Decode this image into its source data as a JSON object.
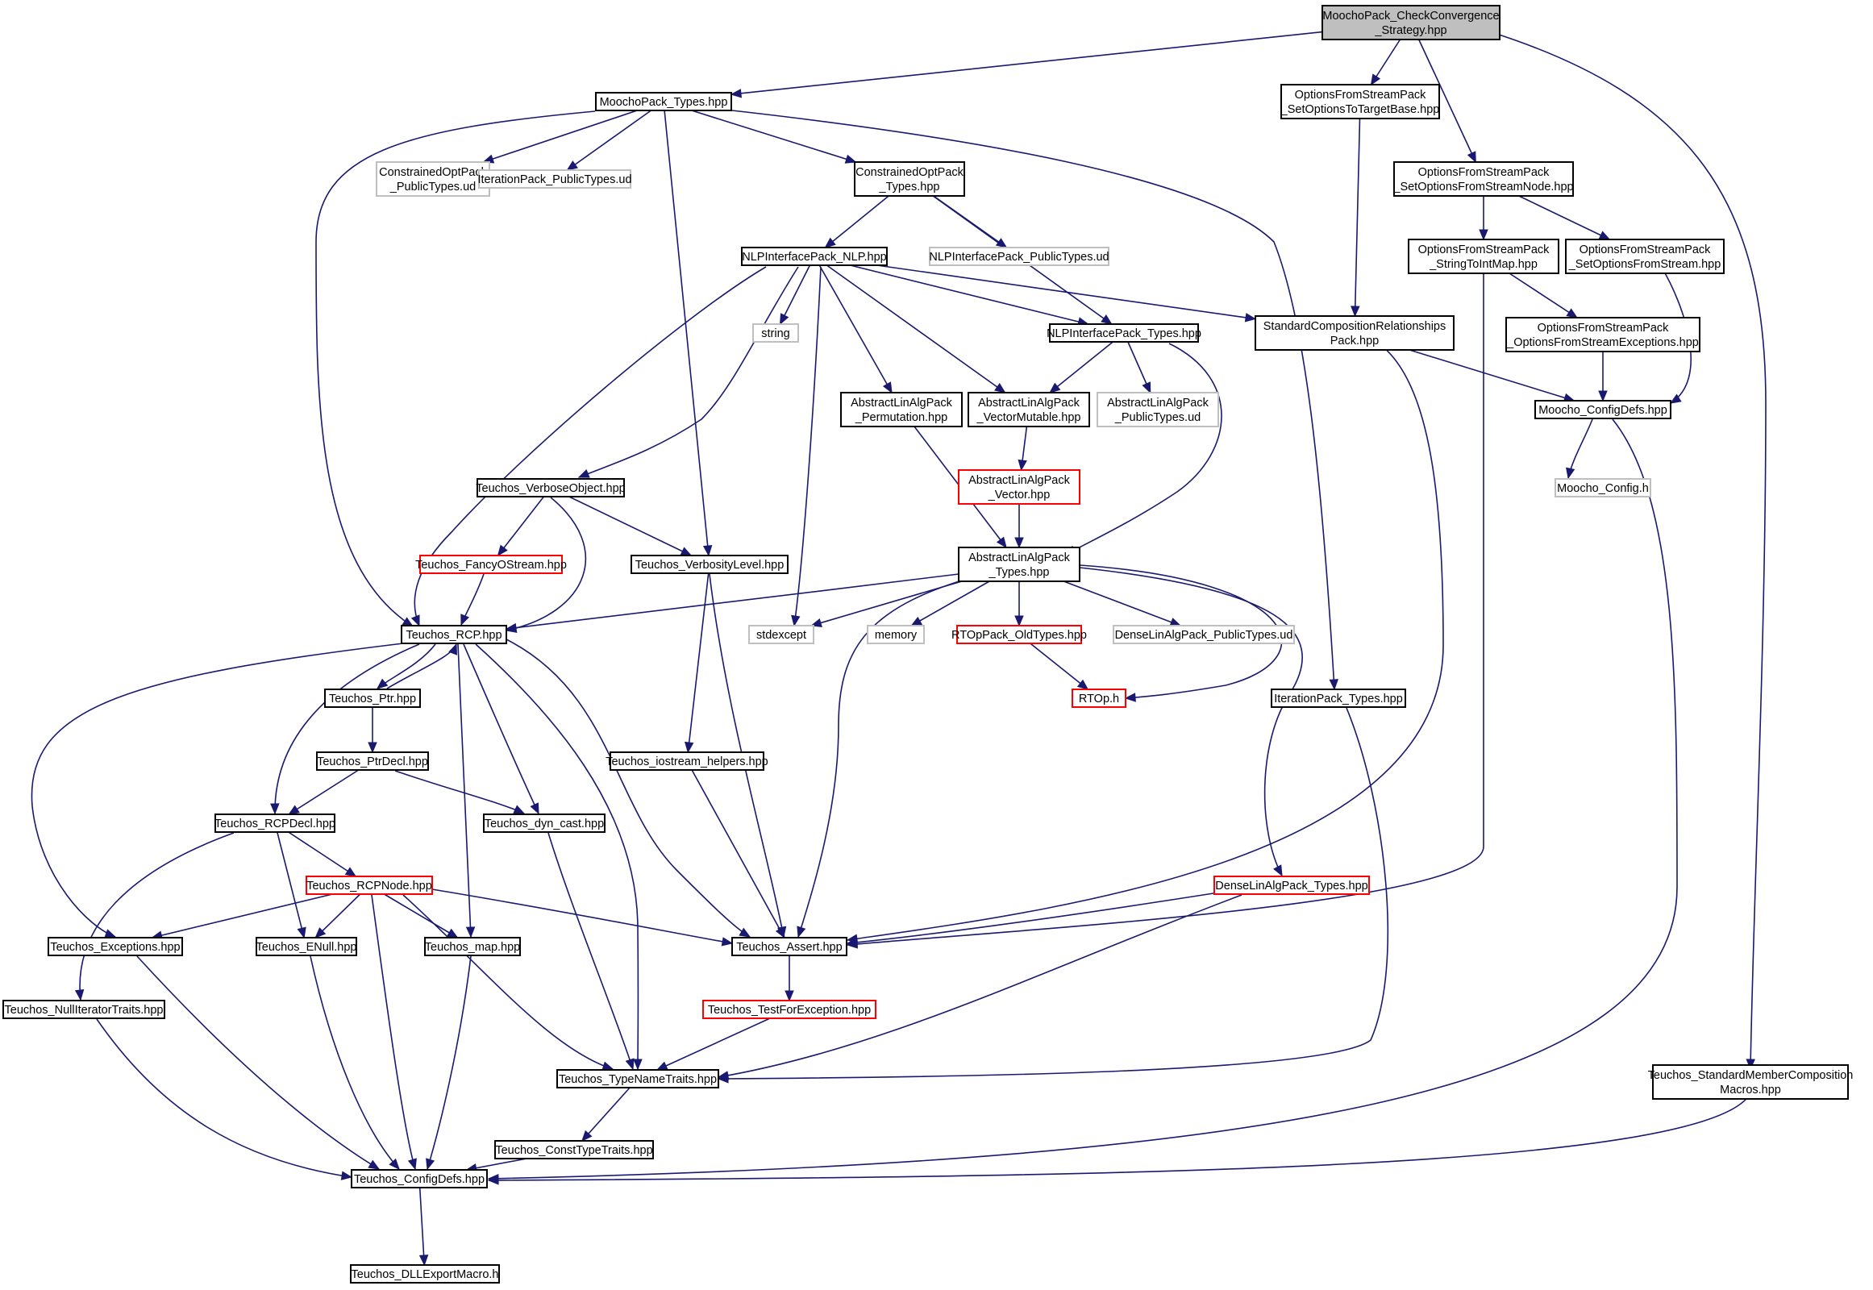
{
  "graph": {
    "colors": {
      "edge": "#191970",
      "node_border_normal": "#000000",
      "node_border_missing": "#bfbfbf",
      "node_border_truncated": "#ff0000",
      "root_fill": "#bfbfbf",
      "node_fill": "#ffffff",
      "background": "#ffffff"
    },
    "nodes": [
      {
        "id": "root",
        "lines": [
          "MoochoPack_CheckConvergence",
          "_Strategy.hpp"
        ],
        "style": "root"
      },
      {
        "id": "moochopack_types",
        "lines": [
          "MoochoPack_Types.hpp"
        ],
        "style": "normal"
      },
      {
        "id": "ofs_settarget",
        "lines": [
          "OptionsFromStreamPack",
          "_SetOptionsToTargetBase.hpp"
        ],
        "style": "normal"
      },
      {
        "id": "ofs_setnode",
        "lines": [
          "OptionsFromStreamPack",
          "_SetOptionsFromStreamNode.hpp"
        ],
        "style": "normal"
      },
      {
        "id": "ofs_strint",
        "lines": [
          "OptionsFromStreamPack",
          "_StringToIntMap.hpp"
        ],
        "style": "normal"
      },
      {
        "id": "ofs_setstream",
        "lines": [
          "OptionsFromStreamPack",
          "_SetOptionsFromStream.hpp"
        ],
        "style": "normal"
      },
      {
        "id": "ofs_exceptions",
        "lines": [
          "OptionsFromStreamPack",
          "_OptionsFromStreamExceptions.hpp"
        ],
        "style": "normal"
      },
      {
        "id": "constrained_pub",
        "lines": [
          "ConstrainedOptPack",
          "_PublicTypes.ud"
        ],
        "style": "missing"
      },
      {
        "id": "iteration_pub",
        "lines": [
          "IterationPack_PublicTypes.ud"
        ],
        "style": "missing"
      },
      {
        "id": "constrained_types",
        "lines": [
          "ConstrainedOptPack",
          "_Types.hpp"
        ],
        "style": "normal"
      },
      {
        "id": "nlp_nlp",
        "lines": [
          "NLPInterfacePack_NLP.hpp"
        ],
        "style": "normal"
      },
      {
        "id": "nlp_pub",
        "lines": [
          "NLPInterfacePack_PublicTypes.ud"
        ],
        "style": "missing"
      },
      {
        "id": "string",
        "lines": [
          "string"
        ],
        "style": "missing"
      },
      {
        "id": "nlp_types",
        "lines": [
          "NLPInterfacePack_Types.hpp"
        ],
        "style": "normal"
      },
      {
        "id": "stdcomp",
        "lines": [
          "StandardCompositionRelationships",
          "Pack.hpp"
        ],
        "style": "normal"
      },
      {
        "id": "moocho_configdefs",
        "lines": [
          "Moocho_ConfigDefs.hpp"
        ],
        "style": "normal"
      },
      {
        "id": "moocho_config",
        "lines": [
          "Moocho_Config.h"
        ],
        "style": "missing"
      },
      {
        "id": "ala_perm",
        "lines": [
          "AbstractLinAlgPack",
          "_Permutation.hpp"
        ],
        "style": "normal"
      },
      {
        "id": "ala_vecmut",
        "lines": [
          "AbstractLinAlgPack",
          "_VectorMutable.hpp"
        ],
        "style": "normal"
      },
      {
        "id": "ala_pub",
        "lines": [
          "AbstractLinAlgPack",
          "_PublicTypes.ud"
        ],
        "style": "missing"
      },
      {
        "id": "ala_vector",
        "lines": [
          "AbstractLinAlgPack",
          "_Vector.hpp"
        ],
        "style": "truncated"
      },
      {
        "id": "verbose_obj",
        "lines": [
          "Teuchos_VerboseObject.hpp"
        ],
        "style": "normal"
      },
      {
        "id": "fancy",
        "lines": [
          "Teuchos_FancyOStream.hpp"
        ],
        "style": "truncated"
      },
      {
        "id": "verbosity",
        "lines": [
          "Teuchos_VerbosityLevel.hpp"
        ],
        "style": "normal"
      },
      {
        "id": "ala_types",
        "lines": [
          "AbstractLinAlgPack",
          "_Types.hpp"
        ],
        "style": "normal"
      },
      {
        "id": "rcp",
        "lines": [
          "Teuchos_RCP.hpp"
        ],
        "style": "normal"
      },
      {
        "id": "stdexcept",
        "lines": [
          "stdexcept"
        ],
        "style": "missing"
      },
      {
        "id": "memory",
        "lines": [
          "memory"
        ],
        "style": "missing"
      },
      {
        "id": "rtop_old",
        "lines": [
          "RTOpPack_OldTypes.hpp"
        ],
        "style": "truncated"
      },
      {
        "id": "dense_pub",
        "lines": [
          "DenseLinAlgPack_PublicTypes.ud"
        ],
        "style": "missing"
      },
      {
        "id": "rtop_h",
        "lines": [
          "RTOp.h"
        ],
        "style": "truncated"
      },
      {
        "id": "iteration_types",
        "lines": [
          "IterationPack_Types.hpp"
        ],
        "style": "normal"
      },
      {
        "id": "ptr",
        "lines": [
          "Teuchos_Ptr.hpp"
        ],
        "style": "normal"
      },
      {
        "id": "ptrdecl",
        "lines": [
          "Teuchos_PtrDecl.hpp"
        ],
        "style": "normal"
      },
      {
        "id": "iostream_helpers",
        "lines": [
          "Teuchos_iostream_helpers.hpp"
        ],
        "style": "normal"
      },
      {
        "id": "rcpdecl",
        "lines": [
          "Teuchos_RCPDecl.hpp"
        ],
        "style": "normal"
      },
      {
        "id": "dyncast",
        "lines": [
          "Teuchos_dyn_cast.hpp"
        ],
        "style": "normal"
      },
      {
        "id": "rcpnode",
        "lines": [
          "Teuchos_RCPNode.hpp"
        ],
        "style": "truncated"
      },
      {
        "id": "dense_types",
        "lines": [
          "DenseLinAlgPack_Types.hpp"
        ],
        "style": "truncated"
      },
      {
        "id": "exceptions",
        "lines": [
          "Teuchos_Exceptions.hpp"
        ],
        "style": "normal"
      },
      {
        "id": "enull",
        "lines": [
          "Teuchos_ENull.hpp"
        ],
        "style": "normal"
      },
      {
        "id": "map",
        "lines": [
          "Teuchos_map.hpp"
        ],
        "style": "normal"
      },
      {
        "id": "assert",
        "lines": [
          "Teuchos_Assert.hpp"
        ],
        "style": "normal"
      },
      {
        "id": "nulliter",
        "lines": [
          "Teuchos_NullIteratorTraits.hpp"
        ],
        "style": "normal"
      },
      {
        "id": "testforexc",
        "lines": [
          "Teuchos_TestForException.hpp"
        ],
        "style": "truncated"
      },
      {
        "id": "typename",
        "lines": [
          "Teuchos_TypeNameTraits.hpp"
        ],
        "style": "normal"
      },
      {
        "id": "stdmember",
        "lines": [
          "Teuchos_StandardMemberComposition",
          "Macros.hpp"
        ],
        "style": "normal"
      },
      {
        "id": "consttype",
        "lines": [
          "Teuchos_ConstTypeTraits.hpp"
        ],
        "style": "normal"
      },
      {
        "id": "configdefs",
        "lines": [
          "Teuchos_ConfigDefs.hpp"
        ],
        "style": "normal"
      },
      {
        "id": "dllexport",
        "lines": [
          "Teuchos_DLLExportMacro.h"
        ],
        "style": "normal"
      }
    ],
    "edges": [
      [
        "root",
        "moochopack_types"
      ],
      [
        "root",
        "ofs_settarget"
      ],
      [
        "root",
        "ofs_setnode"
      ],
      [
        "root",
        "stdmember"
      ],
      [
        "moochopack_types",
        "constrained_pub"
      ],
      [
        "moochopack_types",
        "iteration_pub"
      ],
      [
        "moochopack_types",
        "constrained_types"
      ],
      [
        "moochopack_types",
        "rcp"
      ],
      [
        "moochopack_types",
        "verbosity"
      ],
      [
        "moochopack_types",
        "iteration_types"
      ],
      [
        "ofs_settarget",
        "stdcomp"
      ],
      [
        "ofs_setnode",
        "ofs_strint"
      ],
      [
        "ofs_setnode",
        "ofs_setstream"
      ],
      [
        "ofs_strint",
        "ofs_exceptions"
      ],
      [
        "ofs_strint",
        "assert"
      ],
      [
        "ofs_setstream",
        "moocho_configdefs"
      ],
      [
        "ofs_exceptions",
        "moocho_configdefs"
      ],
      [
        "constrained_types",
        "nlp_nlp"
      ],
      [
        "constrained_types",
        "nlp_pub"
      ],
      [
        "constrained_types",
        "nlp_types"
      ],
      [
        "nlp_nlp",
        "string"
      ],
      [
        "nlp_nlp",
        "nlp_types"
      ],
      [
        "nlp_nlp",
        "stdcomp"
      ],
      [
        "nlp_nlp",
        "ala_perm"
      ],
      [
        "nlp_nlp",
        "ala_vecmut"
      ],
      [
        "nlp_nlp",
        "verbose_obj"
      ],
      [
        "nlp_nlp",
        "rcp"
      ],
      [
        "nlp_nlp",
        "stdexcept"
      ],
      [
        "nlp_types",
        "ala_vecmut"
      ],
      [
        "nlp_types",
        "ala_pub"
      ],
      [
        "nlp_types",
        "ala_types"
      ],
      [
        "stdcomp",
        "moocho_configdefs"
      ],
      [
        "stdcomp",
        "assert"
      ],
      [
        "moocho_configdefs",
        "moocho_config"
      ],
      [
        "moocho_configdefs",
        "configdefs"
      ],
      [
        "ala_perm",
        "ala_types"
      ],
      [
        "ala_vecmut",
        "ala_vector"
      ],
      [
        "ala_vector",
        "ala_types"
      ],
      [
        "verbose_obj",
        "fancy"
      ],
      [
        "verbose_obj",
        "verbosity"
      ],
      [
        "verbose_obj",
        "rcp"
      ],
      [
        "fancy",
        "rcp"
      ],
      [
        "verbosity",
        "iostream_helpers"
      ],
      [
        "verbosity",
        "assert"
      ],
      [
        "ala_types",
        "rcp"
      ],
      [
        "ala_types",
        "stdexcept"
      ],
      [
        "ala_types",
        "memory"
      ],
      [
        "ala_types",
        "rtop_old"
      ],
      [
        "ala_types",
        "dense_pub"
      ],
      [
        "ala_types",
        "rtop_h"
      ],
      [
        "ala_types",
        "dense_types"
      ],
      [
        "ala_types",
        "assert"
      ],
      [
        "rtop_old",
        "rtop_h"
      ],
      [
        "iteration_types",
        "typename"
      ],
      [
        "rcp",
        "ptr"
      ],
      [
        "ptr",
        "rcp"
      ],
      [
        "rcp",
        "rcpdecl"
      ],
      [
        "rcp",
        "dyncast"
      ],
      [
        "rcp",
        "exceptions"
      ],
      [
        "rcp",
        "map"
      ],
      [
        "rcp",
        "assert"
      ],
      [
        "rcp",
        "typename"
      ],
      [
        "ptr",
        "ptrdecl"
      ],
      [
        "ptrdecl",
        "rcpdecl"
      ],
      [
        "ptrdecl",
        "dyncast"
      ],
      [
        "iostream_helpers",
        "assert"
      ],
      [
        "rcpdecl",
        "rcpnode"
      ],
      [
        "rcpdecl",
        "enull"
      ],
      [
        "rcpdecl",
        "nulliter"
      ],
      [
        "dyncast",
        "typename"
      ],
      [
        "rcpnode",
        "exceptions"
      ],
      [
        "rcpnode",
        "enull"
      ],
      [
        "rcpnode",
        "map"
      ],
      [
        "rcpnode",
        "assert"
      ],
      [
        "rcpnode",
        "typename"
      ],
      [
        "rcpnode",
        "configdefs"
      ],
      [
        "dense_types",
        "assert"
      ],
      [
        "dense_types",
        "typename"
      ],
      [
        "exceptions",
        "configdefs"
      ],
      [
        "enull",
        "configdefs"
      ],
      [
        "map",
        "configdefs"
      ],
      [
        "assert",
        "testforexc"
      ],
      [
        "nulliter",
        "configdefs"
      ],
      [
        "testforexc",
        "typename"
      ],
      [
        "typename",
        "consttype"
      ],
      [
        "consttype",
        "configdefs"
      ],
      [
        "stdmember",
        "configdefs"
      ],
      [
        "configdefs",
        "dllexport"
      ]
    ]
  }
}
